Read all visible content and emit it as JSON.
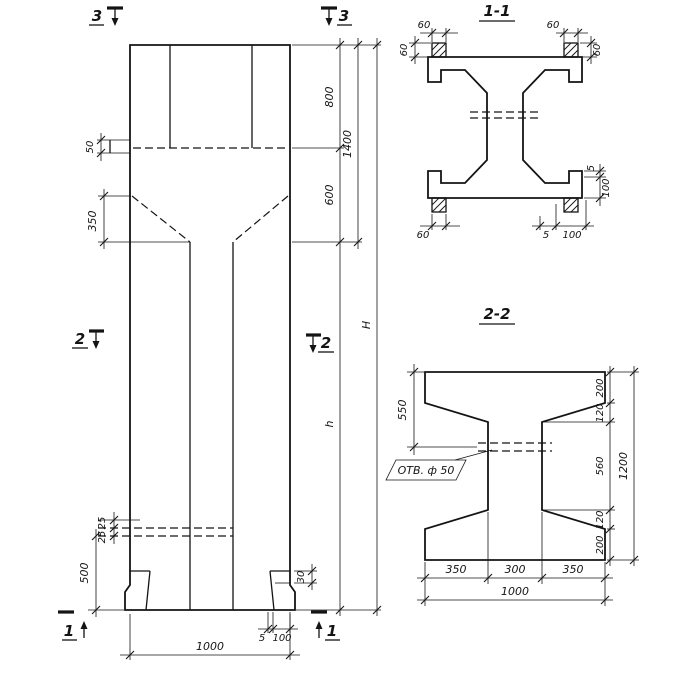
{
  "elevation": {
    "section_marks": {
      "s3": "3",
      "s2": "2",
      "s1": "1"
    },
    "dims": {
      "d50": "50",
      "d350": "350",
      "d25a": "25",
      "d25b": "25",
      "d500": "500",
      "d800": "800",
      "d1400": "1400",
      "d600": "600",
      "dH": "H",
      "dh": "h",
      "d30": "30",
      "d5": "5",
      "d100": "100",
      "d1000": "1000"
    }
  },
  "section_1_1": {
    "title": "1-1",
    "dims": {
      "tl60": "60",
      "l60": "60",
      "tr60": "60",
      "r60": "60",
      "bl60": "60",
      "b5": "5",
      "b100": "100",
      "r5": "5",
      "r100": "100"
    }
  },
  "section_2_2": {
    "title": "2-2",
    "hole": "ОТВ. ф 50",
    "dims": {
      "l550": "550",
      "r200t": "200",
      "r120t": "120",
      "r560": "560",
      "r120b": "120",
      "r200b": "200",
      "r1200": "1200",
      "b350l": "350",
      "b300": "300",
      "b350r": "350",
      "b1000": "1000"
    }
  }
}
